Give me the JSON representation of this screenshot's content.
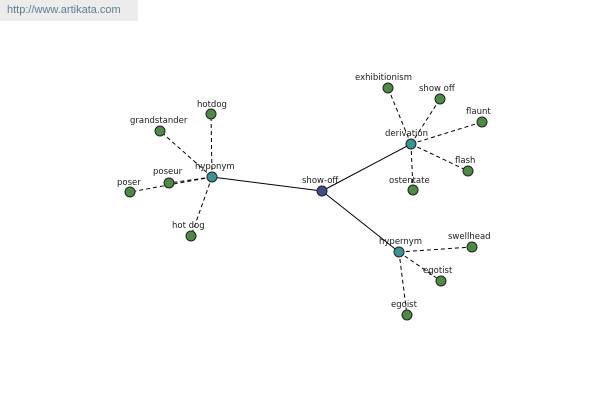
{
  "source_link": "http://www.artikata.com",
  "colors": {
    "center": "#3f4f8a",
    "hub": "#3d9393",
    "leaf": "#4c8a46",
    "outline": "#222222",
    "edge": "#000000"
  },
  "graph": {
    "center": {
      "id": "center",
      "label": "show-off"
    },
    "hubs": [
      {
        "id": "h1",
        "label": "hyponym"
      },
      {
        "id": "h2",
        "label": "derivation"
      },
      {
        "id": "h3",
        "label": "hypernym"
      }
    ],
    "leaves": [
      {
        "id": "l1",
        "hub": "h1",
        "label": "hotdog"
      },
      {
        "id": "l2",
        "hub": "h1",
        "label": "grandstander"
      },
      {
        "id": "l3",
        "hub": "h1",
        "label": "poseur"
      },
      {
        "id": "l4",
        "hub": "h1",
        "label": "poser"
      },
      {
        "id": "l5",
        "hub": "h1",
        "label": "hot dog"
      },
      {
        "id": "l6",
        "hub": "h2",
        "label": "exhibitionism"
      },
      {
        "id": "l7",
        "hub": "h2",
        "label": "show off"
      },
      {
        "id": "l8",
        "hub": "h2",
        "label": "flaunt"
      },
      {
        "id": "l9",
        "hub": "h2",
        "label": "flash"
      },
      {
        "id": "l10",
        "hub": "h2",
        "label": "ostentate"
      },
      {
        "id": "l11",
        "hub": "h3",
        "label": "swellhead"
      },
      {
        "id": "l12",
        "hub": "h3",
        "label": "egotist"
      },
      {
        "id": "l13",
        "hub": "h3",
        "label": "egoist"
      }
    ]
  }
}
